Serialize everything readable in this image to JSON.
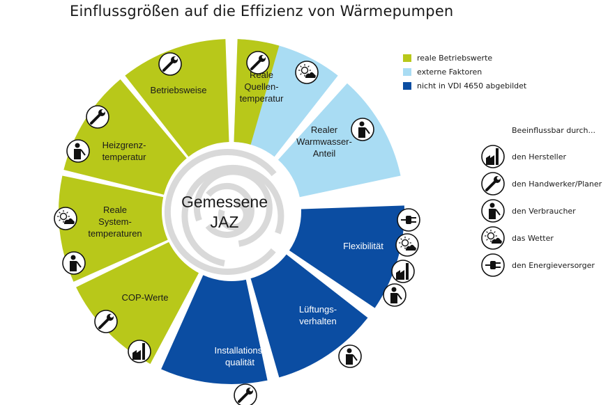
{
  "title": "Einflussgrößen auf die Effizienz von Wärmepumpen",
  "center": {
    "line1": "Gemessene",
    "line2": "JAZ"
  },
  "colors": {
    "real": "#b8c81a",
    "external": "#a9dcf3",
    "notvdi": "#0b4da2",
    "ring": "#d9d9d9",
    "icon": "#111111"
  },
  "legend": [
    {
      "label": "reale Betriebswerte",
      "color": "#b8c81a"
    },
    {
      "label": "externe Faktoren",
      "color": "#a9dcf3"
    },
    {
      "label": "nicht in VDI 4650 abgebildet",
      "color": "#0b4da2"
    }
  ],
  "influence": {
    "title": "Beeinflussbar durch...",
    "items": [
      {
        "label": "den Hersteller",
        "icon": "factory-icon"
      },
      {
        "label": "den Handwerker/Planer",
        "icon": "wrench-icon"
      },
      {
        "label": "den Verbraucher",
        "icon": "person-icon"
      },
      {
        "label": "das Wetter",
        "icon": "weather-icon"
      },
      {
        "label": "den Energieversorger",
        "icon": "plug-icon"
      }
    ]
  },
  "segments": [
    {
      "name": "reale-quellentemperatur",
      "lines": [
        "Reale",
        "Quellen-",
        "temperatur"
      ],
      "color_key": "mixed",
      "icons": [
        "wrench-icon",
        "weather-icon"
      ]
    },
    {
      "name": "realer-warmwasser-anteil",
      "lines": [
        "Realer",
        "Warmwasser-",
        "Anteil"
      ],
      "color_key": "external",
      "icons": [
        "person-icon"
      ]
    },
    {
      "name": "flexibilitaet",
      "lines": [
        "Flexibilität"
      ],
      "color_key": "notvdi",
      "icons": [
        "plug-icon",
        "weather-icon",
        "factory-icon",
        "person-icon"
      ]
    },
    {
      "name": "lueftungsverhalten",
      "lines": [
        "Lüftungs-",
        "verhalten"
      ],
      "color_key": "notvdi",
      "icons": [
        "person-icon"
      ]
    },
    {
      "name": "installationsqualitaet",
      "lines": [
        "Installations-",
        "qualität"
      ],
      "color_key": "notvdi",
      "icons": [
        "wrench-icon"
      ]
    },
    {
      "name": "cop-werte",
      "lines": [
        "COP-Werte"
      ],
      "color_key": "real",
      "icons": [
        "wrench-icon",
        "factory-icon"
      ]
    },
    {
      "name": "reale-systemtemperaturen",
      "lines": [
        "Reale",
        "System-",
        "temperaturen"
      ],
      "color_key": "real",
      "icons": [
        "weather-icon",
        "person-icon"
      ]
    },
    {
      "name": "heizgrenztemperatur",
      "lines": [
        "Heizgrenz-",
        "temperatur"
      ],
      "color_key": "real",
      "icons": [
        "wrench-icon",
        "person-icon"
      ]
    },
    {
      "name": "betriebsweise",
      "lines": [
        "Betriebsweise"
      ],
      "color_key": "real",
      "icons": [
        "wrench-icon"
      ]
    }
  ]
}
